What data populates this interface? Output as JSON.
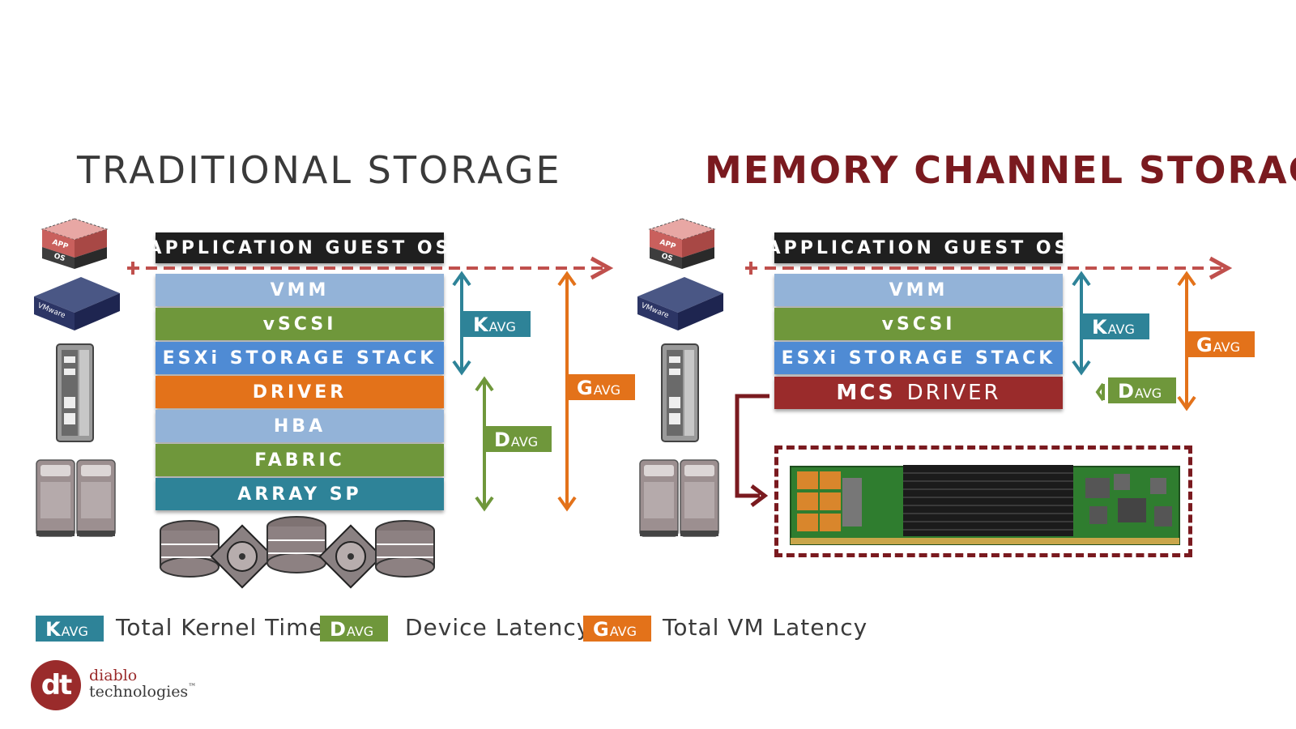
{
  "titles": {
    "left": "TRADITIONAL STORAGE",
    "right": "MEMORY CHANNEL STORAGE"
  },
  "left_stack": {
    "app_guest_os": "APPLICATION GUEST OS",
    "layers": [
      "VMM",
      "vSCSI",
      "ESXi STORAGE STACK",
      "DRIVER",
      "HBA",
      "FABRIC",
      "ARRAY SP"
    ]
  },
  "right_stack": {
    "app_guest_os": "APPLICATION GUEST OS",
    "layers": [
      "VMM",
      "vSCSI",
      "ESXi STORAGE STACK"
    ],
    "mcs_bold": "MCS",
    "mcs_rest": "DRIVER"
  },
  "badges": {
    "k": {
      "letter": "K",
      "sub": "AVG"
    },
    "d": {
      "letter": "D",
      "sub": "AVG"
    },
    "g": {
      "letter": "G",
      "sub": "AVG"
    }
  },
  "legend": {
    "k_text": "Total Kernel Time",
    "d_text": "Device Latency",
    "g_text": "Total VM Latency"
  },
  "icons": {
    "app_box_top": "APP",
    "app_box_bottom": "OS",
    "vmware_label": "VMware"
  },
  "logo": {
    "line1": "diablo",
    "line2": "technologies",
    "tm": "™",
    "mark": "dt"
  },
  "colors": {
    "black_bar": "#1f1f1f",
    "vmm": "#93b3d8",
    "vscsi": "#6f973b",
    "esxi": "#4f8bd4",
    "driver": "#e3721a",
    "hba": "#93b3d8",
    "fabric": "#6f973b",
    "array": "#2e8398",
    "mcs": "#9a2b2b",
    "k_teal": "#2e8398",
    "d_green": "#6f973b",
    "g_orange": "#e3721a",
    "dashed_red": "#c0504d",
    "dark_red": "#7a1a1f"
  }
}
